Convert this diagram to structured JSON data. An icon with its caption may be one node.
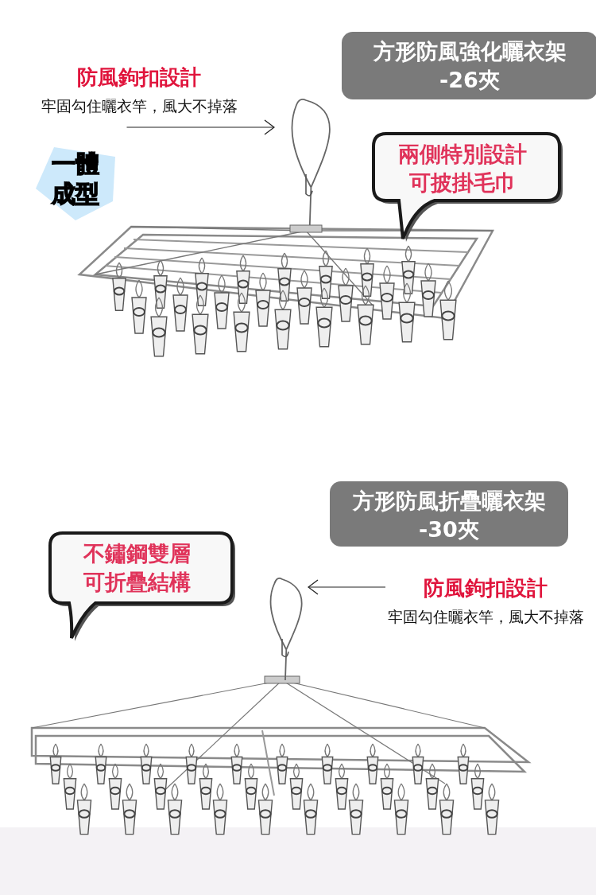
{
  "diagram": {
    "nodes": [
      {
        "text": [
          "方形防風強化曬衣架",
          "-26夾"
        ]
      },
      {
        "text": [
          "防風鉤扣設計",
          "牢固勾住曬衣竿，風大不掉落"
        ]
      },
      {
        "text": [],
        "shape": "picture"
      },
      {
        "text": [
          "一體成型"
        ]
      },
      {
        "text": [
          "兩側特別設計可披掛毛巾"
        ]
      },
      {
        "text": [
          "方形防風折疊曬衣架",
          "-30夾"
        ]
      },
      {
        "text": [
          "不鏽鋼雙層可折疊結構"
        ]
      },
      {
        "text": [
          "防風鉤扣設計",
          "牢固勾住曬衣竿，風大不掉落"
        ]
      },
      {
        "text": [],
        "shape": "picture"
      }
    ],
    "edges": [
      {
        "from": 1,
        "to": 2,
        "arrow": "to"
      },
      {
        "from": 7,
        "to": 8,
        "arrow": "to"
      }
    ]
  }
}
